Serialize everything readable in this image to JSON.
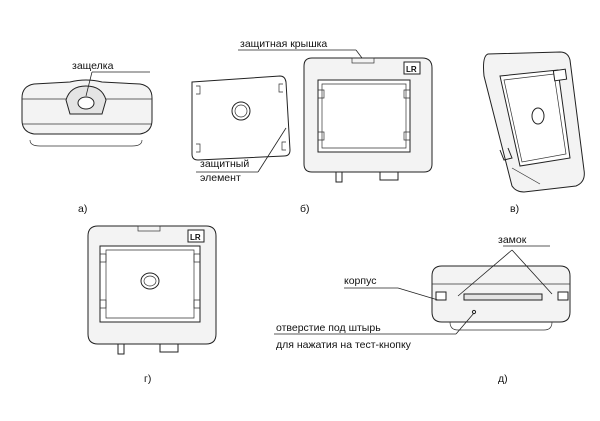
{
  "labels": {
    "latch": "защелка",
    "cover": "защитная крышка",
    "element_line1": "защитный",
    "element_line2": "элемент",
    "housing": "корпус",
    "lock": "замок",
    "hole_line1": "отверстие под штырь",
    "hole_line2": "для нажатия на тест-кнопку"
  },
  "captions": {
    "a": "а)",
    "b": "б)",
    "v": "в)",
    "g": "г)",
    "d": "д)"
  },
  "logo_mark": "LR"
}
